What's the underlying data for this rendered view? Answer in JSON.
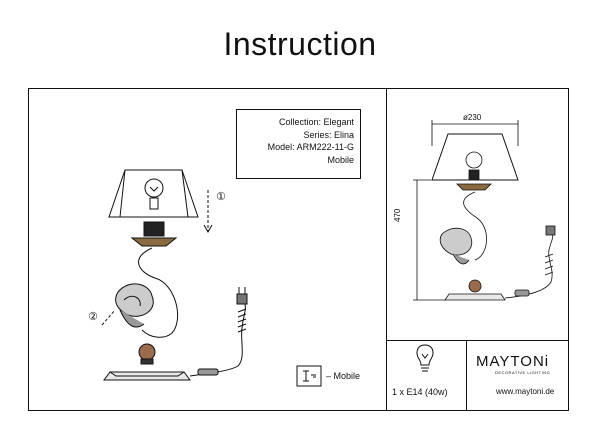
{
  "title": "Instruction",
  "info": {
    "collection": "Collection: Elegant",
    "series": "Series: Elina",
    "model": "Model: ARM222-11-G",
    "variant": "Mobile"
  },
  "callouts": {
    "one": "①",
    "two": "②"
  },
  "dimensions": {
    "diameter": "ø230",
    "height": "470"
  },
  "legend": {
    "mobile": "– Mobile"
  },
  "bulb": {
    "spec": "1 x E14 (40w)"
  },
  "brand": {
    "name": "MAYTONi",
    "tagline": "DECORATIVE LIGHTING",
    "url": "www.maytoni.de"
  }
}
